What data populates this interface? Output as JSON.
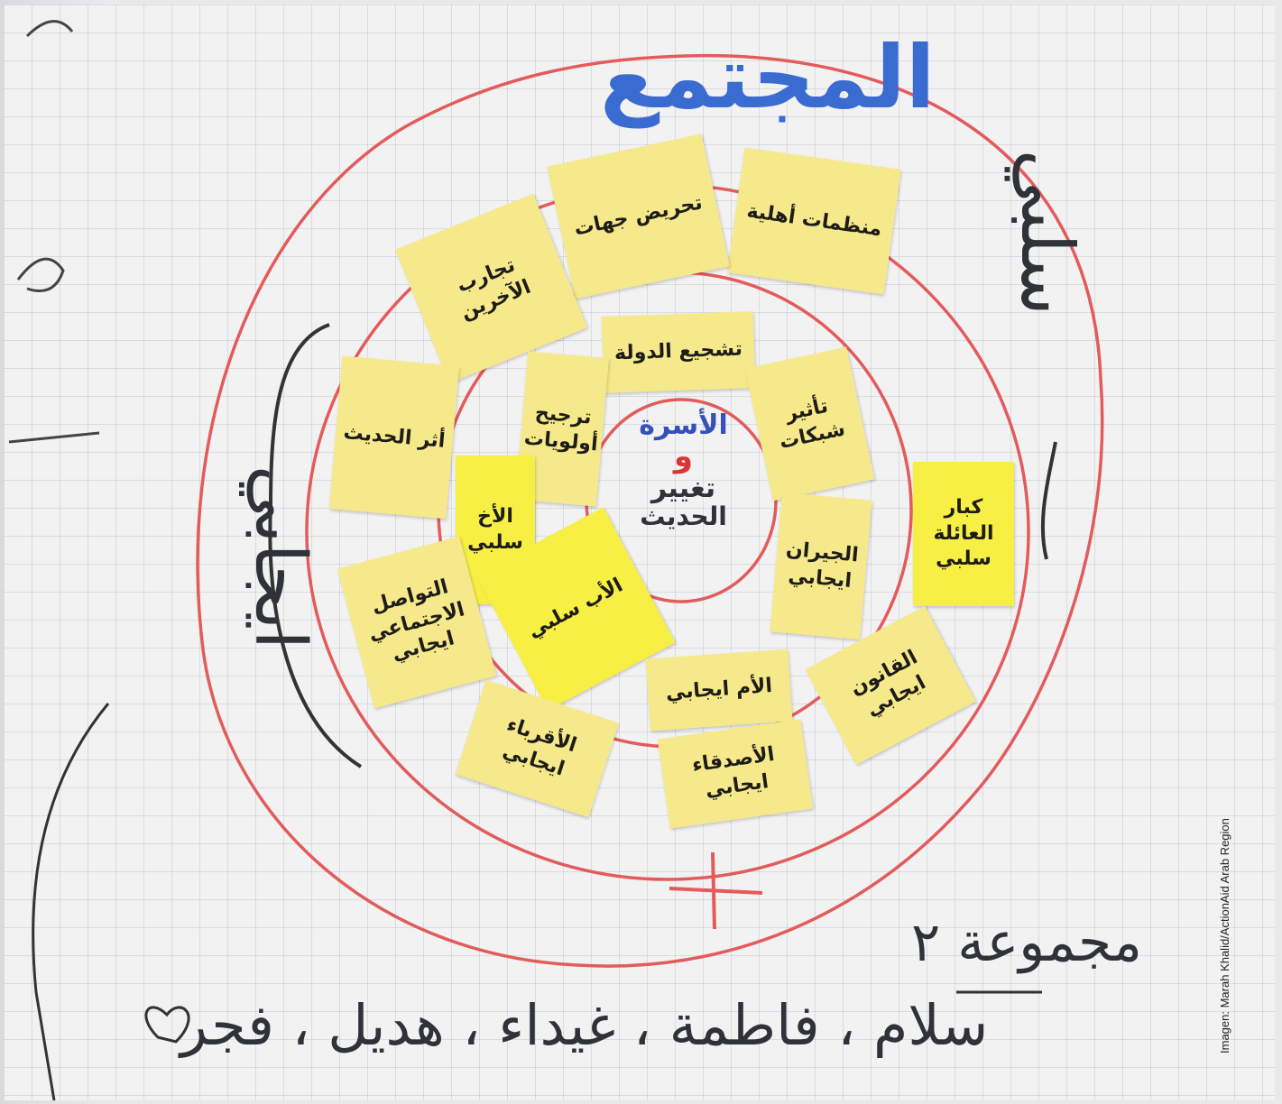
{
  "title_community": "المجتمع",
  "side_negative": "سلبي",
  "side_positive": "ايجابي",
  "plus_sign": "+",
  "center": {
    "line1": "الأسرة",
    "line2": "و",
    "line3": "تغيير",
    "line4": "الحديث"
  },
  "notes": [
    {
      "text": "منظمات أهلية",
      "rot": -8
    },
    {
      "text": "تحريض جهات",
      "rot": -12
    },
    {
      "text": "تجارب الآخرين",
      "rot": -20
    },
    {
      "text": "تشجيع الدولة",
      "rot": -3
    },
    {
      "text": "تأثير شبكات",
      "rot": 12
    },
    {
      "text": "ترجيح أولويات",
      "rot": 5
    },
    {
      "text": "أثر الحديث",
      "rot": 5
    },
    {
      "text": "الأخ سلبي",
      "rot": 90
    },
    {
      "text": "الأب سلبي",
      "rot": -28
    },
    {
      "text": "الأم ايجابي",
      "rot": -5
    },
    {
      "text": "الجيران ايجابي",
      "rot": 8
    },
    {
      "text": "كبار العائلة سلبي",
      "rot": 90
    },
    {
      "text": "التواصل الاجتماعي ايجابي",
      "rot": -15
    },
    {
      "text": "الأقرباء ايجابي",
      "rot": 18
    },
    {
      "text": "الأصدقاء ايجابي",
      "rot": -8
    },
    {
      "text": "القانون ايجابي",
      "rot": -28
    }
  ],
  "group_label": "مجموعة ٢",
  "members": "سلام ، فاطمة ، غيداء ، هديل ، فجر",
  "credit": "Imagen:  Marah Khalid/ActionAid Arab Region",
  "colors": {
    "ring": "#e35b5b",
    "title": "#3a6bd0",
    "marker": "#2f3238",
    "note": "#f6e98c",
    "note_bright": "#f7ef44",
    "center_blue": "#3550b8",
    "center_red": "#d83535"
  }
}
